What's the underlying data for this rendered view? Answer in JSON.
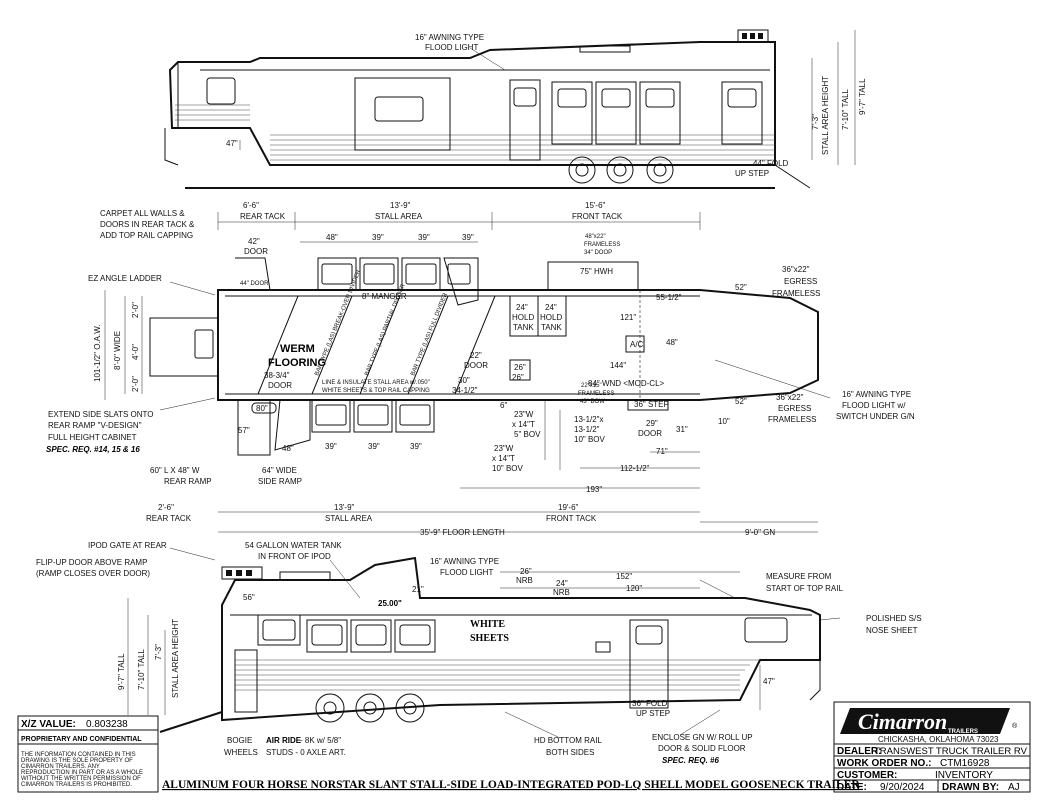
{
  "drawing": {
    "title": "ALUMINUM FOUR HORSE NORSTAR SLANT STALL-SIDE LOAD-INTEGRATED POD-LQ SHELL MODEL GOOSENECK TRAILER",
    "xz_label": "X/Z VALUE:",
    "xz_value": "0.803238",
    "proprietary_title": "PROPRIETARY AND CONFIDENTIAL",
    "proprietary_text": [
      "THE INFORMATION CONTAINED IN THIS",
      "DRAWING IS THE SOLE PROPERTY OF",
      "CIMARRON TRAILERS. ANY",
      "REPRODUCTION IN PART OR AS A WHOLE",
      "WITHOUT THE WRITTEN PERMISSION OF",
      "CIMARRON TRAILERS IS PROHIBITED."
    ]
  },
  "title_block": {
    "logo_text": "Cimarron",
    "logo_sub": "TRAILERS",
    "location": "CHICKASHA, OKLAHOMA 73023",
    "dealer_label": "DEALER:",
    "dealer_value": "TRANSWEST TRUCK TRAILER RV",
    "work_order_label": "WORK ORDER NO.:",
    "work_order_value": "CTM16928",
    "customer_label": "CUSTOMER:",
    "customer_value": "INVENTORY",
    "date_label": "DATE:",
    "date_value": "9/20/2024",
    "drawn_by_label": "DRAWN BY:",
    "drawn_by_value": "AJ"
  },
  "top_view": {
    "awning_light": [
      "16\" AWNING TYPE",
      "FLOOD LIGHT"
    ],
    "dim_47": "47\"",
    "fold_step": [
      "44\" FOLD",
      "UP STEP"
    ],
    "heights": [
      "7'-3\"",
      "STALL AREA HEIGHT",
      "7'-10\" TALL",
      "9'-7\" TALL"
    ]
  },
  "plan_view": {
    "top_dims": [
      "6'-6\"",
      "REAR TACK",
      "13'-9\"",
      "STALL AREA",
      "15'-6\"",
      "FRONT TACK"
    ],
    "stall_widths_top": [
      "48\"",
      "39\"",
      "39\"",
      "39\""
    ],
    "stall_widths_bottom": [
      "48\"",
      "39\"",
      "39\"",
      "39\""
    ],
    "notes_left": [
      "CARPET ALL WALLS &",
      "DOORS IN REAR TACK &",
      "ADD TOP RAIL CAPPING"
    ],
    "ez_ladder": "EZ ANGLE LADDER",
    "door_42": [
      "42\"",
      "DOOR"
    ],
    "door_44": "44\" DOOR",
    "ow_dims": [
      "101-1/2\" O.A.W.",
      "8'-0\" WIDE",
      "4'-0\"",
      "2'-0\"",
      "2'-0\""
    ],
    "flooring": [
      "WERM",
      "FLOORING"
    ],
    "dividers": [
      "BAR TYPE (LAS) BREAK-OVER DIVIDER",
      "BAR TYPE (LAS) PARTIAL DIVIDER",
      "BAR TYPE (LAS) FULL DIVIDER"
    ],
    "manger": "8\" MANGER",
    "door_3834": [
      "38-3/4\"",
      "DOOR"
    ],
    "dim_80": "80\"",
    "line_insulate": [
      "LINE & INSULATE STALL AREA w/.050\"",
      "WHITE SHEETS & TOP RAIL CAPPING"
    ],
    "extend_slats": [
      "EXTEND SIDE SLATS ONTO",
      "REAR RAMP \"V-DESIGN\"",
      "FULL HEIGHT CABINET"
    ],
    "spec_req_1": "SPEC. REQ. #14, 15 & 16",
    "dim_57": "57\"",
    "rear_ramp": [
      "60\" L X 48\" W",
      "REAR RAMP"
    ],
    "side_ramp": [
      "64\" WIDE",
      "SIDE RAMP"
    ],
    "door_22": [
      "22\"",
      "DOOR"
    ],
    "dim_30": "30\"",
    "dim_3412": "34-1/2\"",
    "dim_6": "6\"",
    "hold_tanks": [
      "24\"",
      "HOLD",
      "TANK",
      "24\"",
      "HOLD",
      "TANK"
    ],
    "wnd_sld": [
      "48\"x22\"",
      "FRAMELESS",
      "34\" DOOP"
    ],
    "hwh": "75\" HWH",
    "dim_26a": "26\"",
    "dim_26b": "26\"",
    "dim_5512": "55-1/2\"",
    "dim_121": "121\"",
    "ac": "A/C",
    "dim_48": "48\"",
    "dim_144": "144\"",
    "wnd_mod": "84\" WND <MOD-CL>",
    "wnd_small": [
      "22\"x15\"",
      "FRAMELESS",
      "43\" BOW"
    ],
    "tank_23a": [
      "23\"W",
      "x 14\"T",
      "5\" BOV"
    ],
    "tank_1312": [
      "13-1/2\"x",
      "13-1/2\"",
      "10\" BOV"
    ],
    "tank_23b": [
      "23\"W",
      "x 14\"T",
      "10\" BOV"
    ],
    "step_36": "36\" STEP",
    "door_29": [
      "29\"",
      "DOOR"
    ],
    "dim_31": "31\"",
    "dim_71": "71\"",
    "dim_11212": "112-1/2\"",
    "dim_193": "193\"",
    "egress_1": [
      "36\"x22\"",
      "EGRESS",
      "FRAMELESS"
    ],
    "egress_2": [
      "36\"x22\"",
      "EGRESS",
      "FRAMELESS"
    ],
    "dim_52a": "52\"",
    "dim_52b": "52\"",
    "dim_10": "10\"",
    "awning_switch": [
      "16\" AWNING TYPE",
      "FLOOD LIGHT w/",
      "SWITCH UNDER G/N"
    ],
    "bottom_dims": [
      "2'-6\"",
      "REAR TACK",
      "13'-9\"",
      "STALL AREA",
      "19'-6\"",
      "FRONT TACK"
    ],
    "floor_length": "35'-9\" FLOOR LENGTH",
    "gn": "9'-0\" GN"
  },
  "side_view": {
    "ipod_gate": "IPOD GATE AT REAR",
    "flip_up": [
      "FLIP-UP DOOR ABOVE RAMP",
      "(RAMP CLOSES OVER DOOR)"
    ],
    "water_tank": [
      "54 GALLON WATER TANK",
      "IN FRONT OF IPOD"
    ],
    "awning": [
      "16\" AWNING TYPE",
      "FLOOD LIGHT"
    ],
    "dim_56": "56\"",
    "dim_21": "21\"",
    "dim_2500": "25.00\"",
    "nrb_26": [
      "26\"",
      "NRB"
    ],
    "nrb_24": [
      "24\"",
      "NRB"
    ],
    "dim_152": "152\"",
    "dim_120": "120\"",
    "measure": [
      "MEASURE FROM",
      "START OF TOP RAIL"
    ],
    "polished": [
      "POLISHED S/S",
      "NOSE SHEET"
    ],
    "white_sheets": [
      "WHITE",
      "SHEETS"
    ],
    "heights": [
      "9'-7\" TALL",
      "7'-10\" TALL",
      "7'-3\"",
      "STALL AREA HEIGHT"
    ],
    "dim_47": "47\"",
    "fold_step": [
      "36\" FOLD",
      "UP STEP"
    ],
    "bogie": [
      "BOGIE",
      "WHEELS"
    ],
    "air_ride": [
      "AIR RIDE",
      " - 8K w/ 5/8\"",
      "STUDS - 0  AXLE ART."
    ],
    "hd_rail": [
      "HD BOTTOM RAIL",
      "BOTH SIDES"
    ],
    "enclose": [
      "ENCLOSE GN W/ ROLL UP",
      "DOOR & SOLID FLOOR"
    ],
    "spec_req_6": "SPEC. REQ. #6"
  }
}
